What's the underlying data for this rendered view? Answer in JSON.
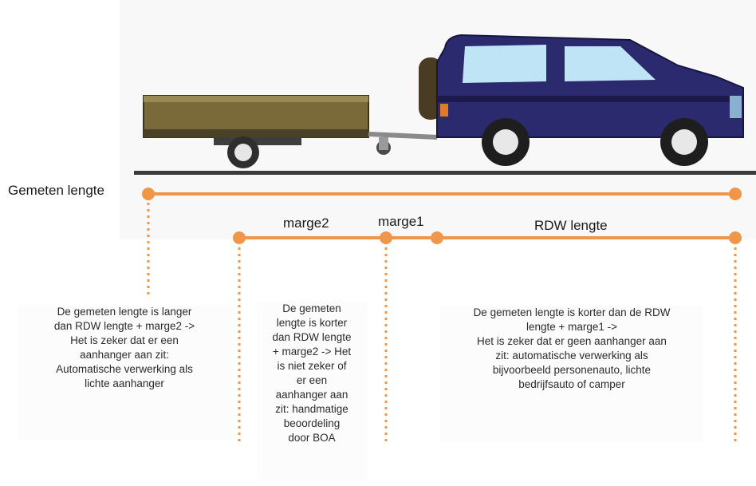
{
  "labels": {
    "gemeten_lengte": "Gemeten lengte",
    "marge2": "marge2",
    "marge1": "marge1",
    "rdw_lengte": "RDW lengte"
  },
  "boxes": {
    "left": "De gemeten lengte is langer\ndan  RDW lengte + marge2 ->\nHet is zeker dat er een\naanhanger aan zit:\nAutomatische verwerking als\nlichte aanhanger",
    "middle": "De gemeten\nlengte is korter\ndan RDW lengte\n+ marge2 -> Het\nis niet zeker of\ner een\naanhanger aan\nzit: handmatige\nbeoordeling\ndoor BOA",
    "right": "De gemeten lengte is korter dan de RDW\nlengte + marge1 ->\nHet is zeker dat er geen aanhanger aan\nzit: automatische verwerking als\nbijvoorbeeld personenauto, lichte\nbedrijfsauto of camper"
  },
  "colors": {
    "line_orange": "#f0964a",
    "car_body": "#2b2a6e",
    "trailer_body": "#7a6a3a",
    "road": "#3a3a3a"
  }
}
